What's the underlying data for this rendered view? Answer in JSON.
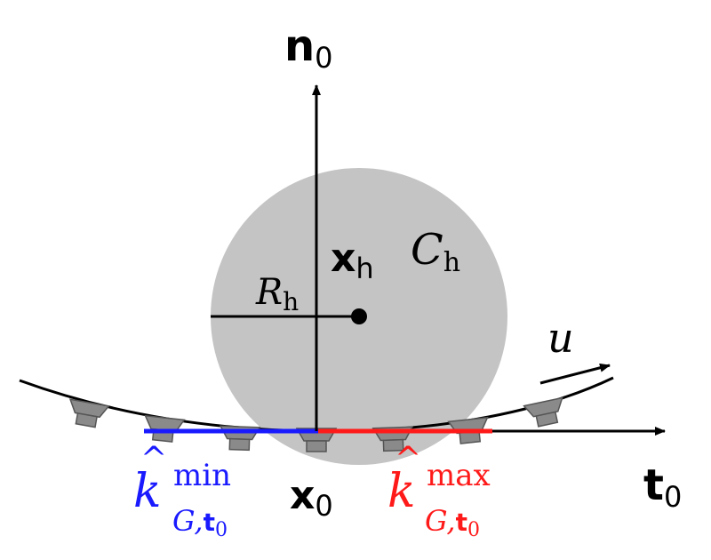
{
  "labels": {
    "normal_axis": {
      "main": "n",
      "sub": "0"
    },
    "tangent_axis": {
      "main": "t",
      "sub": "0"
    },
    "contact_point": {
      "main": "x",
      "sub": "0"
    },
    "center_point": {
      "main": "x",
      "sub": "h"
    },
    "circle": {
      "main": "C",
      "sub": "h"
    },
    "radius": {
      "main": "R",
      "sub": "h"
    },
    "direction": "u",
    "kappa_min": {
      "hat": "^",
      "main": "k",
      "sup": "min",
      "sub_a": "G,",
      "sub_b": "t",
      "sub_c": "0"
    },
    "kappa_max": {
      "hat": "^",
      "main": "k",
      "sup": "max",
      "sub_a": "G,",
      "sub_b": "t",
      "sub_c": "0"
    }
  },
  "colors": {
    "axis": "#000000",
    "circle_fill": "#c4c4c4",
    "min_segment": "#1a1aff",
    "max_segment": "#ff1a1a",
    "min_label": "#1a1aff",
    "max_label": "#ff1a1a",
    "wheel_fill": "#8a8a8a",
    "wheel_stroke": "#555555"
  },
  "icons": {
    "caster": "caster-wheel-icon"
  }
}
